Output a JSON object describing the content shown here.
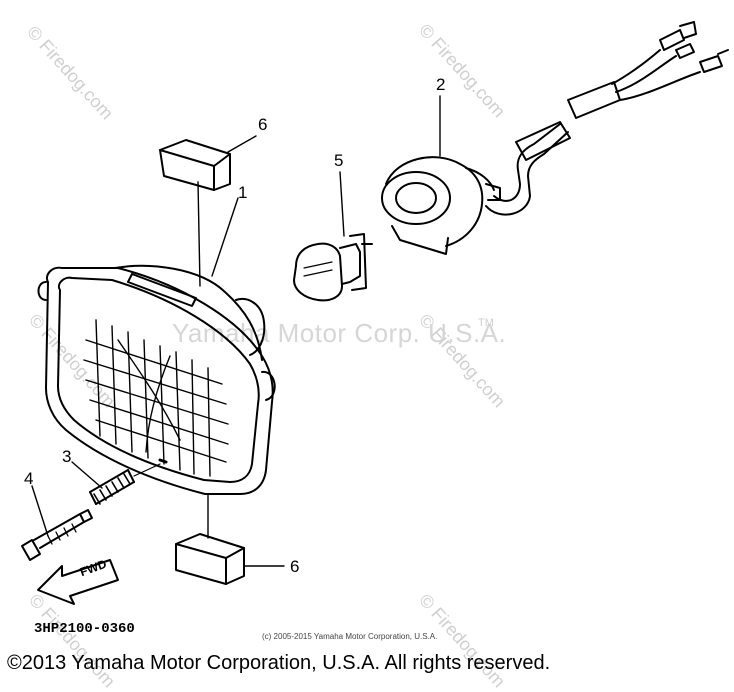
{
  "callouts": {
    "c1": "1",
    "c2": "2",
    "c3": "3",
    "c4": "4",
    "c5": "5",
    "c6a": "6",
    "c6b": "6"
  },
  "arrow_label": "FWD",
  "part_code": "3HP2100-0360",
  "watermarks": {
    "site": "© Firedog.com",
    "center": "Yamaha Motor Corp. U.S.A.",
    "tm": "TM"
  },
  "small_copyright": "(c) 2005-2015 Yamaha Motor Corporation, U.S.A.",
  "footer": "©2013 Yamaha Motor Corporation, U.S.A. All rights reserved."
}
